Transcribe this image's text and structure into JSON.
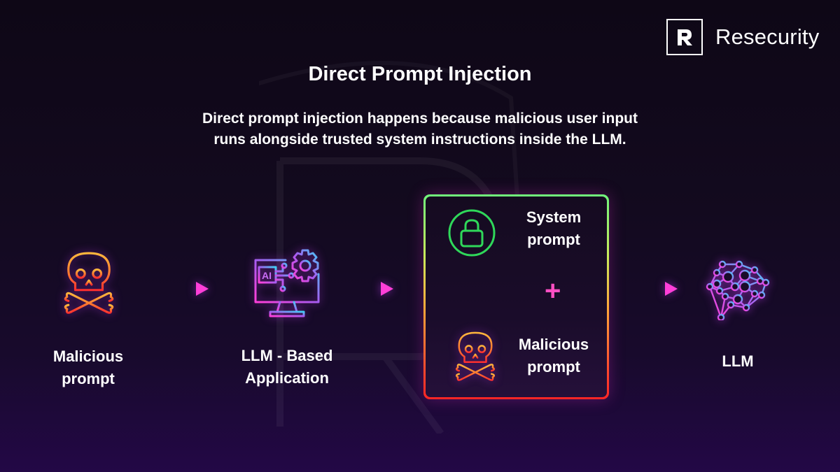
{
  "brand": {
    "name": "Resecurity",
    "logo_icon": "resecurity-r-logo-icon"
  },
  "header": {
    "title": "Direct Prompt Injection",
    "subtitle_line1": "Direct prompt injection happens because malicious user input",
    "subtitle_line2": "runs alongside trusted system instructions inside the LLM."
  },
  "flow": {
    "steps": [
      {
        "id": "malicious-prompt",
        "label_line1": "Malicious",
        "label_line2": "prompt",
        "icon": "skull-crossbones-icon"
      },
      {
        "id": "llm-app",
        "label_line1": "LLM - Based",
        "label_line2": "Application",
        "icon": "ai-computer-gear-icon"
      },
      {
        "id": "combined-prompt",
        "icon": "combined-box"
      },
      {
        "id": "llm",
        "label_line1": "LLM",
        "icon": "neural-brain-icon"
      }
    ],
    "combined_box": {
      "top": {
        "label_line1": "System",
        "label_line2": "prompt",
        "icon": "lock-icon"
      },
      "operator": "+",
      "bottom": {
        "label_line1": "Malicious",
        "label_line2": "prompt",
        "icon": "skull-crossbones-icon"
      }
    },
    "arrow_icon": "arrow-right-icon"
  },
  "colors": {
    "accent_pink": "#ff3fd8",
    "accent_cyan": "#3fc8f5",
    "skull_orange": "#ffb13b",
    "skull_red": "#ff3a2e",
    "lock_green": "#2fd85a",
    "box_top": "#6ff57c",
    "box_bottom": "#ff2525"
  }
}
